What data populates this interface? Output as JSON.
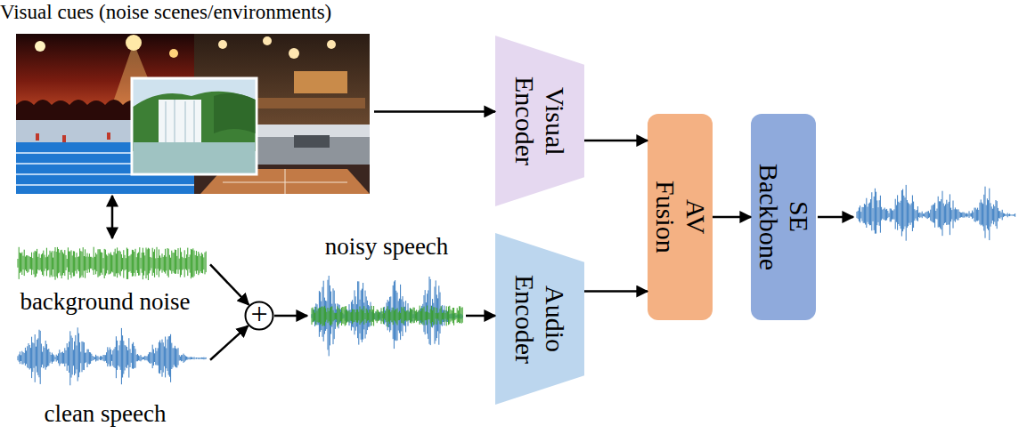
{
  "diagram": {
    "nodes": [
      {
        "text": [
          "Visual cues (noise scenes/environments)"
        ]
      },
      {
        "text": [
          "Visual Encoder"
        ]
      },
      {
        "text": [
          "background noise"
        ]
      },
      {
        "text": [
          "clean speech"
        ]
      },
      {
        "text": [
          "+"
        ]
      },
      {
        "text": [
          "noisy speech"
        ]
      },
      {
        "text": [
          "Audio Encoder"
        ]
      },
      {
        "text": [
          "AV Fusion"
        ]
      },
      {
        "text": [
          "SE Backbone"
        ]
      }
    ],
    "edges": [
      {
        "from": 0,
        "to": 1,
        "arrow": "to"
      },
      {
        "from": 0,
        "to": 2,
        "arrow": "both"
      },
      {
        "from": 2,
        "to": 4,
        "arrow": "to"
      },
      {
        "from": 3,
        "to": 4,
        "arrow": "to"
      },
      {
        "from": 4,
        "to": 5,
        "arrow": "to"
      },
      {
        "from": 5,
        "to": 6,
        "arrow": "to"
      },
      {
        "from": 1,
        "to": 7,
        "arrow": "to"
      },
      {
        "from": 6,
        "to": 7,
        "arrow": "to"
      },
      {
        "from": 7,
        "to": 8,
        "arrow": "to"
      }
    ]
  }
}
